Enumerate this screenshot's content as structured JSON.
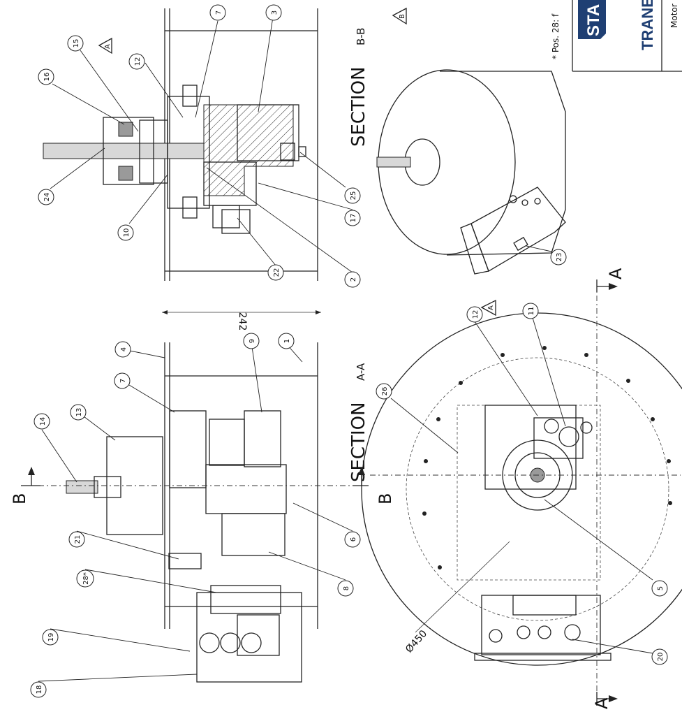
{
  "sections": {
    "aa": {
      "title": "SECTION",
      "suffix": "A-A"
    },
    "bb": {
      "title": "SECTION",
      "suffix": "B-B"
    }
  },
  "cut_marks": {
    "a": "A",
    "b": "B"
  },
  "dimensions": {
    "height": "242",
    "diameter": "Ø450"
  },
  "revision_marks": {
    "a": "A",
    "b": "B"
  },
  "note": "* Pos. 28: f",
  "title_block": {
    "brand_top": "STA",
    "brand_bottom": "TRANE",
    "line": "Motor"
  },
  "balloons": {
    "b1": "1",
    "b2": "2",
    "b3": "3",
    "b4": "4",
    "b5": "5",
    "b6": "6",
    "b7": "7",
    "b8": "8",
    "b9": "9",
    "b10": "10",
    "b11": "11",
    "b12": "12",
    "b13": "13",
    "b14": "14",
    "b15": "15",
    "b16": "16",
    "b17": "17",
    "b18": "18",
    "b19": "19",
    "b20": "20",
    "b21": "21",
    "b22": "22",
    "b23": "23",
    "b24": "24",
    "b25": "25",
    "b26": "26",
    "b28": "28*"
  },
  "colors": {
    "title_block_blue": "#1f3f73"
  }
}
